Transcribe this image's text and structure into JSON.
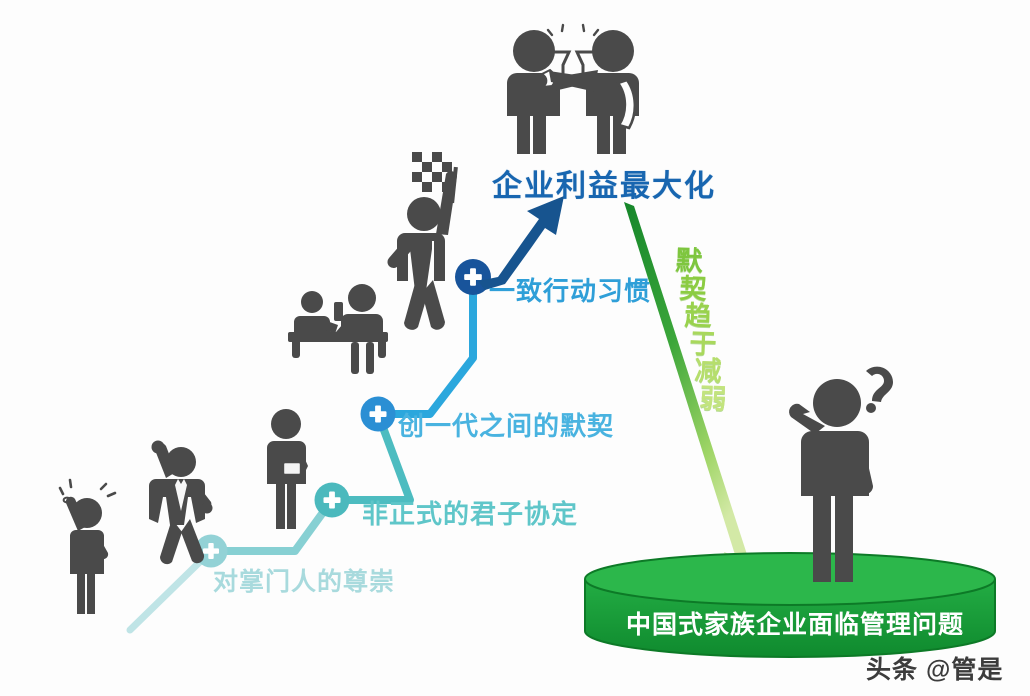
{
  "diagram": {
    "title": "企业利益最大化",
    "title_color": "#1866b0",
    "steps": [
      {
        "label": "对掌门人的尊崇",
        "color": "#a8dadd",
        "node_color": "#93d2d6"
      },
      {
        "label": "非正式的君子协定",
        "color": "#5fc6c9",
        "node_color": "#4bb9bd"
      },
      {
        "label": "创一代之间的默契",
        "color": "#49b3e0",
        "node_color": "#2b8fd4"
      },
      {
        "label": "一致行动习惯",
        "color": "#2f9fd8",
        "node_color": "#18549b"
      }
    ],
    "decline_arrow": {
      "text": "默契趋于减弱",
      "chars": [
        "默",
        "契",
        "趋",
        "于",
        "减",
        "弱"
      ],
      "color_start": "#1a8a2e",
      "color_end": "#cfe8a0"
    },
    "platform": {
      "label": "中国式家族企业面临管理问题",
      "fill": "#19a03a",
      "top_fill": "#2cb74b",
      "text_color": "#ffffff"
    },
    "figures": [
      {
        "name": "cheering-villager-figure"
      },
      {
        "name": "businessman-raised-arm-figure"
      },
      {
        "name": "standing-worker-with-clipboard-figure"
      },
      {
        "name": "two-people-at-desk-figure"
      },
      {
        "name": "person-waving-checkered-flag-figure"
      },
      {
        "name": "two-people-toasting-figure"
      },
      {
        "name": "confused-person-with-question-mark-figure"
      }
    ],
    "watermark": "头条 @管是",
    "figure_color": "#4a4a4a"
  }
}
